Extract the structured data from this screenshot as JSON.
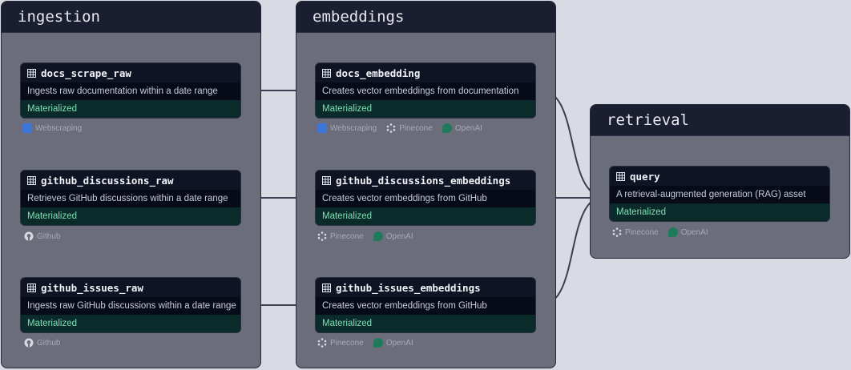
{
  "groups": {
    "ingestion": {
      "title": "ingestion"
    },
    "embeddings": {
      "title": "embeddings"
    },
    "retrieval": {
      "title": "retrieval"
    }
  },
  "assets": {
    "docs_scrape_raw": {
      "name": "docs_scrape_raw",
      "description": "Ingests raw documentation within a date range",
      "status": "Materialized",
      "tags": [
        "Webscraping"
      ]
    },
    "github_discussions_raw": {
      "name": "github_discussions_raw",
      "description": "Retrieves GitHub discussions within a date range",
      "status": "Materialized",
      "tags": [
        "Github"
      ]
    },
    "github_issues_raw": {
      "name": "github_issues_raw",
      "description": "Ingests raw GitHub discussions within a date range",
      "status": "Materialized",
      "tags": [
        "Github"
      ]
    },
    "docs_embedding": {
      "name": "docs_embedding",
      "description": "Creates vector embeddings from documentation",
      "status": "Materialized",
      "tags": [
        "Webscraping",
        "Pinecone",
        "OpenAI"
      ]
    },
    "github_discussions_embeddings": {
      "name": "github_discussions_embeddings",
      "description": "Creates vector embeddings from GitHub",
      "status": "Materialized",
      "tags": [
        "Pinecone",
        "OpenAI"
      ]
    },
    "github_issues_embeddings": {
      "name": "github_issues_embeddings",
      "description": "Creates vector embeddings from GitHub",
      "status": "Materialized",
      "tags": [
        "Pinecone",
        "OpenAI"
      ]
    },
    "query": {
      "name": "query",
      "description": "A retrieval-augmented generation (RAG) asset",
      "status": "Materialized",
      "tags": [
        "Pinecone",
        "OpenAI"
      ]
    }
  },
  "colors": {
    "canvas": "#d9dbe4",
    "group_body": "#6b6e7a",
    "group_header": "#1a1e30",
    "asset_bg": "#0f1424",
    "status_bg": "#0b2a2a",
    "status_text": "#7fe0b6",
    "edge": "#3a3f52"
  },
  "icons": {
    "asset": "table-icon",
    "Webscraping": "webscraping-icon",
    "Github": "github-icon",
    "Pinecone": "pinecone-icon",
    "OpenAI": "openai-icon"
  },
  "edges": [
    [
      "docs_scrape_raw",
      "docs_embedding"
    ],
    [
      "github_discussions_raw",
      "github_discussions_embeddings"
    ],
    [
      "github_issues_raw",
      "github_issues_embeddings"
    ],
    [
      "docs_embedding",
      "query"
    ],
    [
      "github_discussions_embeddings",
      "query"
    ],
    [
      "github_issues_embeddings",
      "query"
    ]
  ]
}
